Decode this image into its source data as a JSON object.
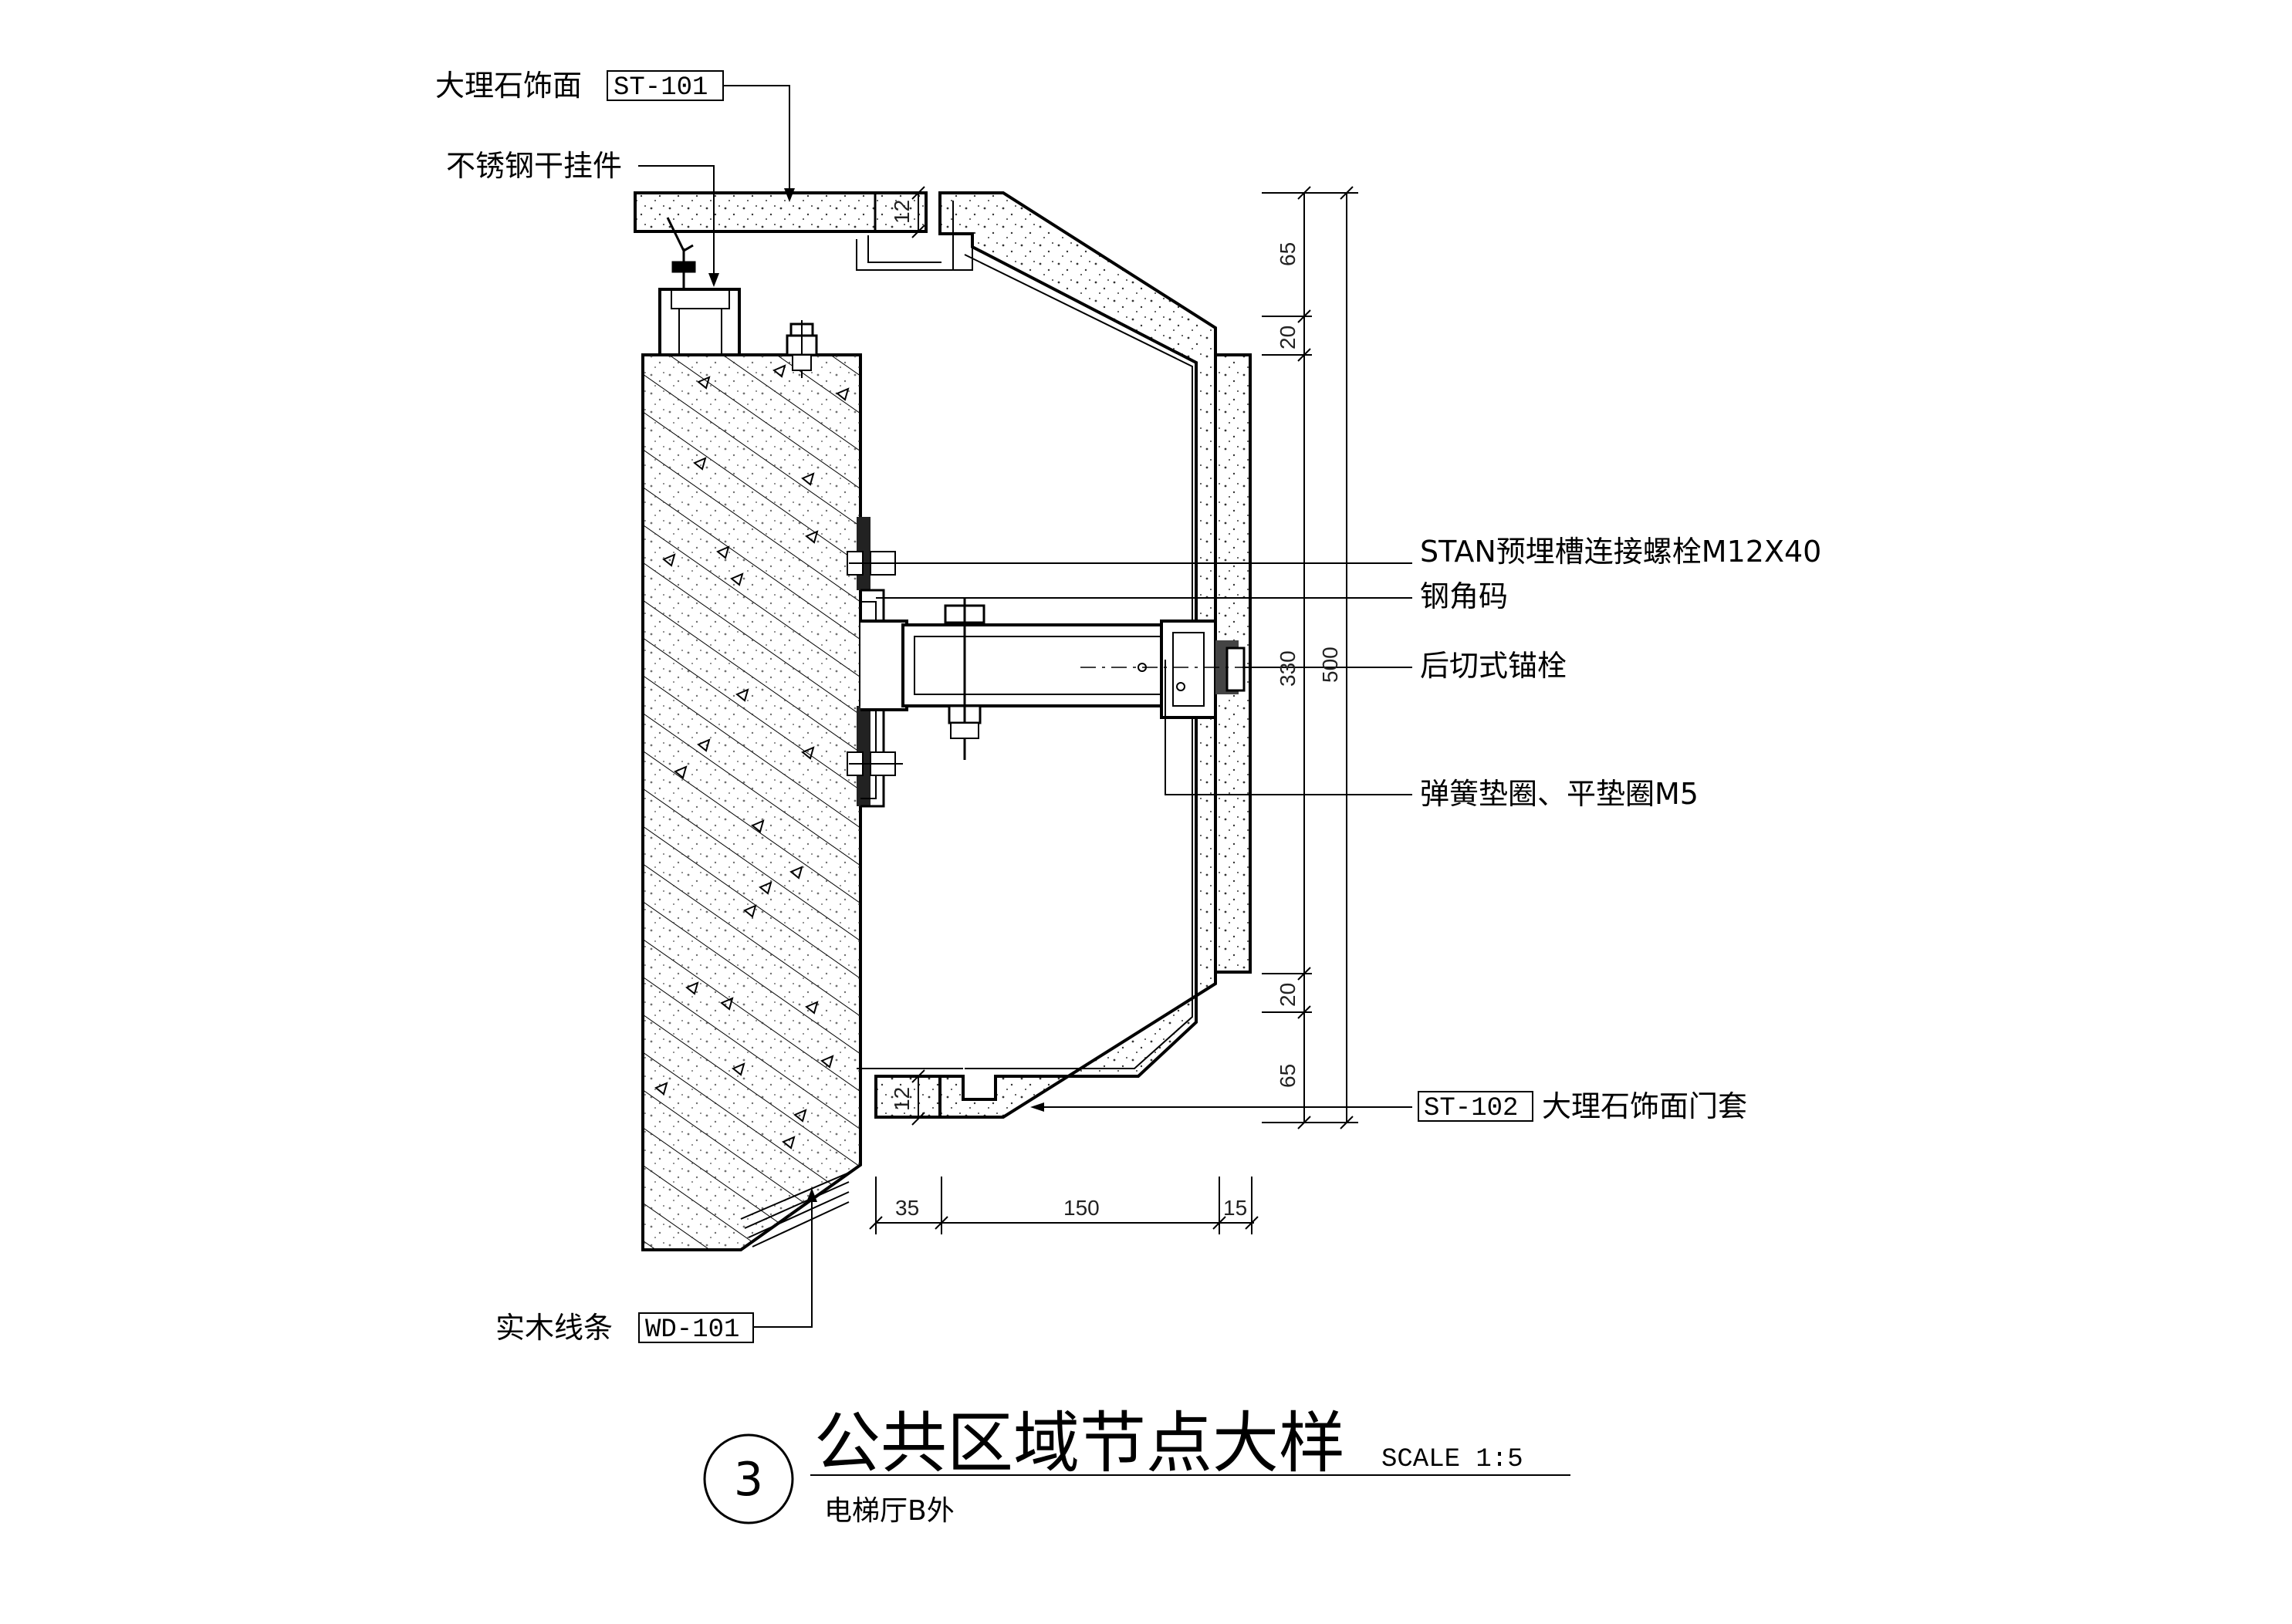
{
  "labels": {
    "marble_face": "大理石饰面",
    "marble_code": "ST-101",
    "stainless_hanger": "不锈钢干挂件",
    "stan_bolt": "STAN预埋槽连接螺栓M12X40",
    "steel_angle": "钢角码",
    "undercut_anchor": "后切式锚栓",
    "washer": "弹簧垫圈、平垫圈M5",
    "door_trim_code": "ST-102",
    "door_trim": "大理石饰面门套",
    "wood_strip": "实木线条",
    "wood_code": "WD-101"
  },
  "dimensions": {
    "right_inner": [
      "65",
      "20",
      "330",
      "20",
      "65"
    ],
    "right_outer": "500",
    "bottom": [
      "35",
      "150",
      "15"
    ],
    "top_small": "12",
    "bottom_small": "12"
  },
  "title_block": {
    "number": "3",
    "title": "公共区域节点大样",
    "scale": "SCALE 1:5",
    "subtitle": "电梯厅B外"
  }
}
